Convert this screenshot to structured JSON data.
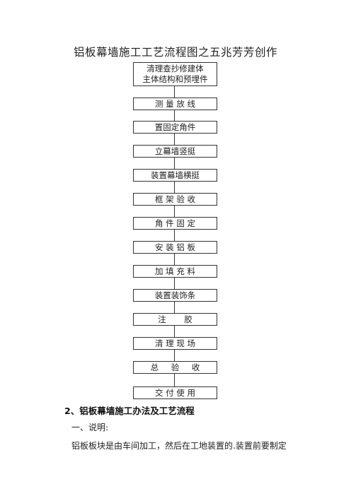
{
  "document": {
    "title": "铝板幕墙施工工艺流程图之五兆芳芳创作",
    "flow_steps": [
      "清理查抄修建体\n主体结构和预埋件",
      "测 量 放 线",
      "置固定角件",
      "立幕墙竖挺",
      "装置幕墙横挺",
      "框 架 验 收",
      "角 件 固 定",
      "安 装 铝 板",
      "加 填 充 料",
      "装置装饰条",
      "注 胶",
      "清 理 现 场",
      "总 验 收",
      "交 付 使 用"
    ],
    "section_heading": "2、铝板幕墙施工办法及工艺流程",
    "subheading": "一、说明:",
    "paragraph": "铝板板块是由车间加工，然后在工地装置的.装置前要制定"
  }
}
